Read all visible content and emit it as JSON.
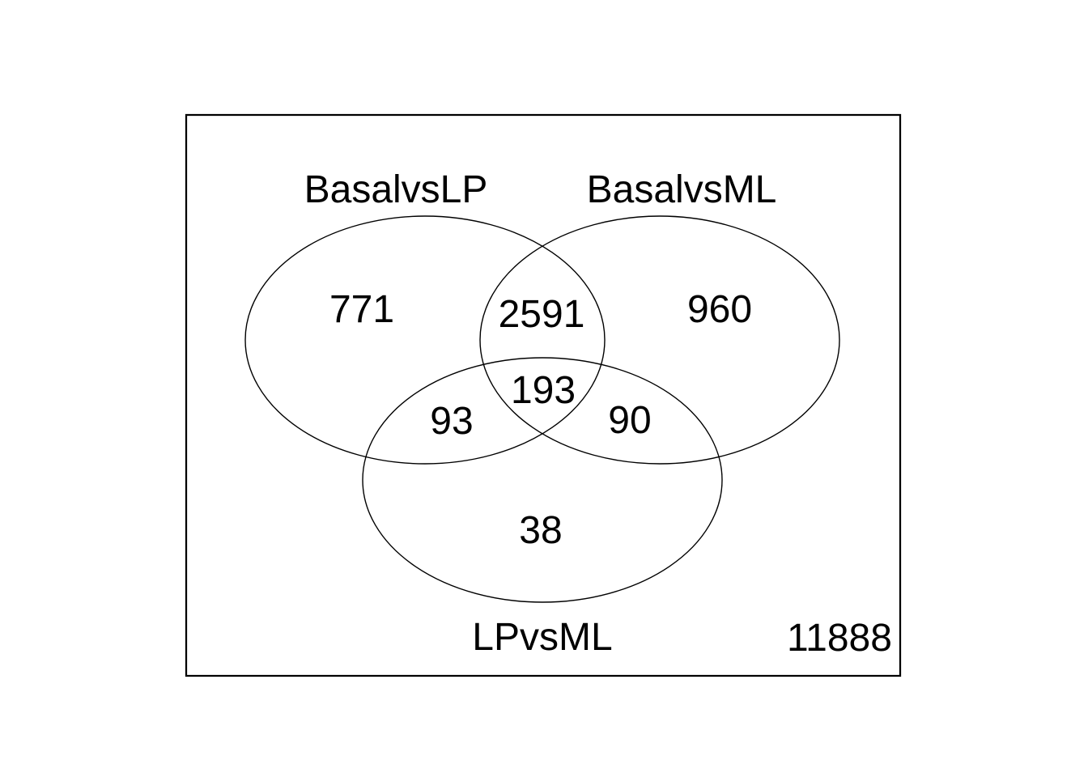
{
  "figure": {
    "background_color": "#ffffff",
    "line_color": "#000000",
    "text_color": "#000000"
  },
  "chart_data": {
    "type": "venn",
    "title": "",
    "sets": [
      "BasalvsLP",
      "BasalvsML",
      "LPvsML"
    ],
    "set_labels": {
      "set1": "BasalvsLP",
      "set2": "BasalvsML",
      "set3": "LPvsML"
    },
    "counts": {
      "set1_only": 771,
      "set2_only": 960,
      "set3_only": 38,
      "set1_set2": 2591,
      "set1_set3": 93,
      "set2_set3": 90,
      "set1_set2_set3": 193,
      "outside": 11888
    },
    "layout_hints": {
      "legend_position": "none",
      "grid": false,
      "axes": false,
      "border_box": true
    }
  }
}
